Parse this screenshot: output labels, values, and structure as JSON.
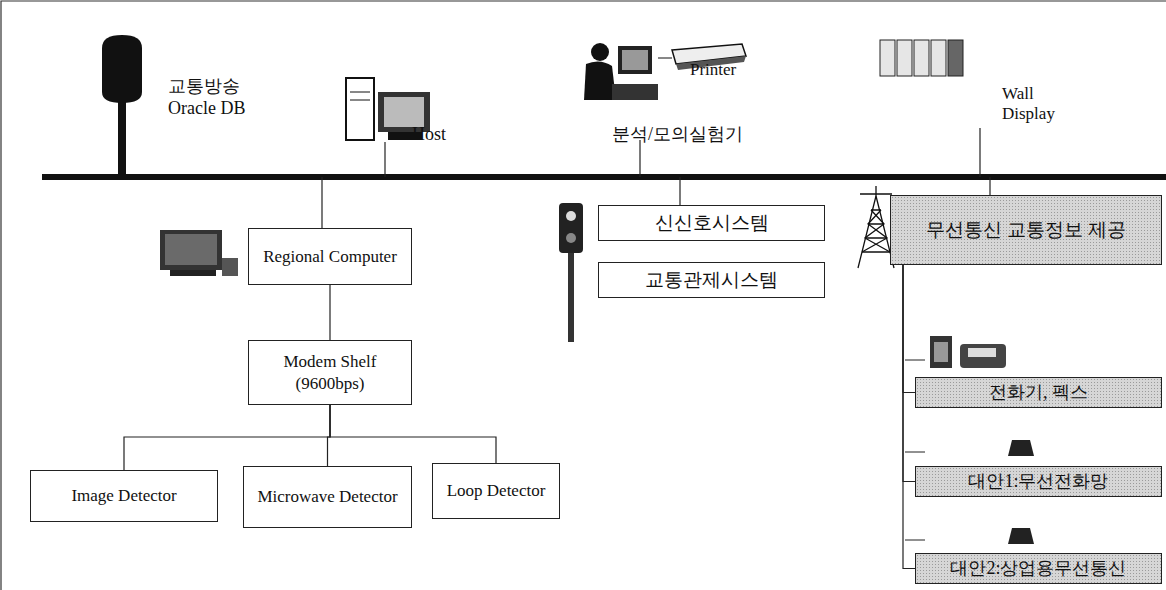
{
  "diagram": {
    "nodes": [
      {
        "text": [
          "Regional Computer"
        ]
      },
      {
        "text": [
          "Modem Shelf (9600bps)"
        ]
      },
      {
        "text": [
          "Image Detector"
        ]
      },
      {
        "text": [
          "Microwave Detector"
        ]
      },
      {
        "text": [
          "Loop Detector"
        ]
      },
      {
        "text": [
          "신신호시스템"
        ]
      },
      {
        "text": [
          "교통관제시스템"
        ]
      },
      {
        "text": [
          "무선통신 교통정보 제공"
        ]
      },
      {
        "text": [
          "전화기, 펙스"
        ]
      },
      {
        "text": [
          "대안1:무선전화망"
        ]
      },
      {
        "text": [
          "대안2:상업용무선통신"
        ]
      }
    ],
    "edges": [
      {
        "from": 0,
        "to": 1,
        "arrow": "none"
      },
      {
        "from": 1,
        "to": 2,
        "arrow": "none"
      },
      {
        "from": 1,
        "to": 3,
        "arrow": "none"
      },
      {
        "from": 1,
        "to": 4,
        "arrow": "none"
      },
      {
        "from": 7,
        "to": 8,
        "arrow": "none"
      },
      {
        "from": 7,
        "to": 9,
        "arrow": "none"
      },
      {
        "from": 7,
        "to": 10,
        "arrow": "none"
      }
    ],
    "labels": [
      "교통방송 Oracle DB",
      "Host",
      "Printer",
      "분석/모의실험기",
      "Wall Display"
    ]
  }
}
